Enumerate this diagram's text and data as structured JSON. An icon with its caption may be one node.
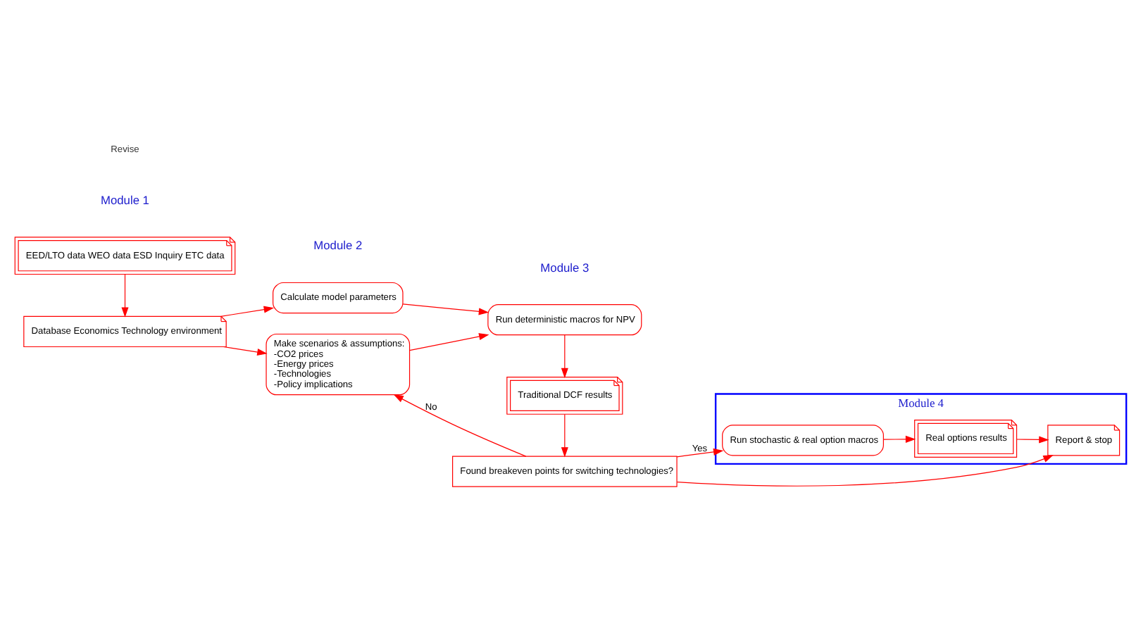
{
  "diagram": {
    "nodes": [
      {
        "text": [
          "Database Economics Technology environment"
        ]
      },
      {
        "text": [
          "EED/LTO data WEO data ESD Inquiry ETC data"
        ]
      },
      {
        "text": [
          "Calculate model parameters"
        ]
      },
      {
        "text": [
          "Make scenarios & assumptions:",
          "-CO2 prices",
          "-Energy prices",
          "-Technologies",
          "-Policy implications"
        ]
      },
      {
        "text": [
          "Run deterministic macros for NPV"
        ]
      },
      {
        "text": [
          "Traditional DCF results"
        ]
      },
      {
        "text": [
          "Found breakeven points for switching technologies?"
        ]
      },
      {
        "text": [
          "Module 4"
        ]
      },
      {
        "text": [
          "Run stochastic & real option macros"
        ],
        "in": 7
      },
      {
        "text": [
          "Real options results"
        ],
        "in": 7
      },
      {
        "text": [
          "Report & stop"
        ],
        "in": 7
      }
    ],
    "edges": [
      {
        "from": 1,
        "to": 0,
        "arrow": "to"
      },
      {
        "from": 0,
        "to": 2,
        "arrow": "to"
      },
      {
        "from": 0,
        "to": 3,
        "arrow": "to"
      },
      {
        "from": 2,
        "to": 4,
        "arrow": "to"
      },
      {
        "from": 3,
        "to": 4,
        "arrow": "to"
      },
      {
        "from": 4,
        "to": 5,
        "arrow": "to"
      },
      {
        "from": 5,
        "to": 6,
        "arrow": "to"
      },
      {
        "from": 6,
        "to": 3,
        "arrow": "to",
        "label": "No"
      },
      {
        "from": 6,
        "to": 8,
        "arrow": "to",
        "label": "Yes"
      },
      {
        "from": 6,
        "to": 10,
        "arrow": "to"
      },
      {
        "from": 8,
        "to": 9,
        "arrow": "to"
      },
      {
        "from": 9,
        "to": 10,
        "arrow": "to"
      }
    ],
    "labels": [
      "Module 1",
      "Module 2",
      "Module 3",
      "Revise"
    ]
  }
}
